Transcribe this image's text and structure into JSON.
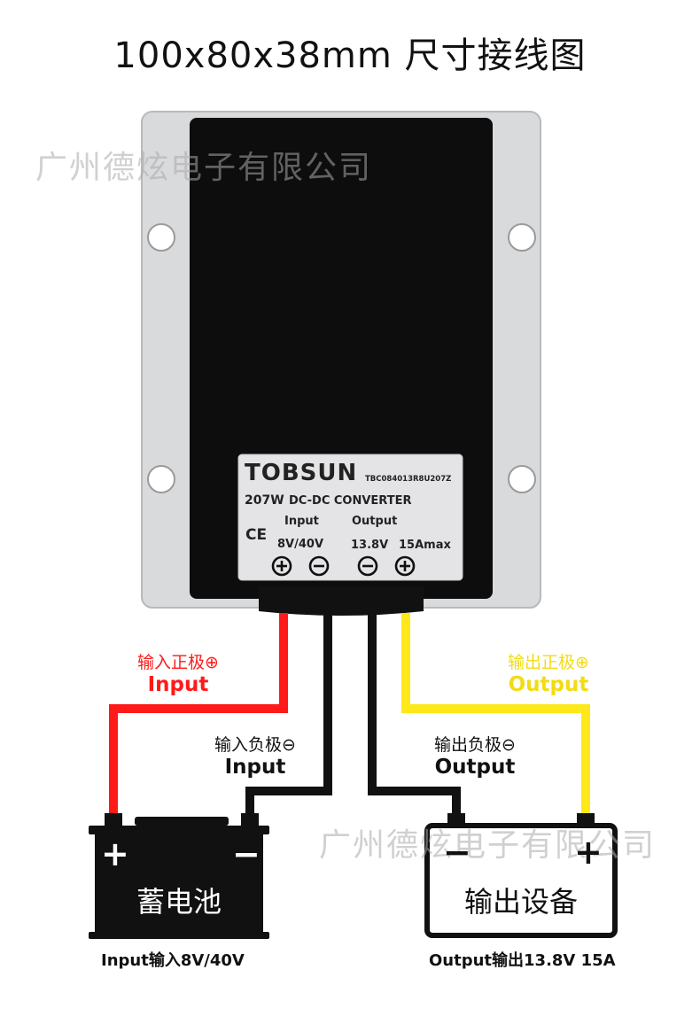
{
  "title": "100x80x38mm 尺寸接线图",
  "watermark": "广州德炫电子有限公司",
  "label_plate": {
    "brand": "TOBSUN",
    "model": "TBC084013R8U207Z",
    "power": "207W",
    "type": "DC-DC CONVERTER",
    "input_header": "Input",
    "output_header": "Output",
    "ce_mark": "CE",
    "input_value": "8V/40V",
    "output_voltage": "13.8V",
    "output_current": "15Amax"
  },
  "wires": {
    "input_positive": {
      "cn": "输入正极",
      "en": "Input",
      "color": "#ff1a1a"
    },
    "input_negative": {
      "cn": "输入负极",
      "en": "Input",
      "color": "#111111"
    },
    "output_negative": {
      "cn": "输出负极",
      "en": "Output",
      "color": "#111111"
    },
    "output_positive": {
      "cn": "输出正极",
      "en": "Output",
      "color": "#ffe81a"
    }
  },
  "battery": {
    "name": "蓄电池",
    "plus": "+",
    "minus": "−",
    "caption": "Input输入8V/40V"
  },
  "device": {
    "name": "输出设备",
    "plus": "+",
    "minus": "−",
    "caption": "Output输出13.8V 15A"
  }
}
